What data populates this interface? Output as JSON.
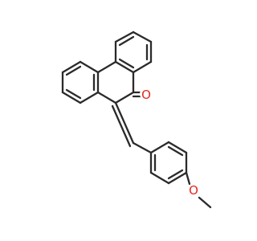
{
  "molecule": {
    "atom_labels": [
      {
        "id": "carbonyl-oxygen",
        "text": "O",
        "color": "#e8261d"
      },
      {
        "id": "ether-oxygen",
        "text": "O",
        "color": "#e8261d"
      }
    ],
    "bond_color": "#2a2a2a"
  }
}
